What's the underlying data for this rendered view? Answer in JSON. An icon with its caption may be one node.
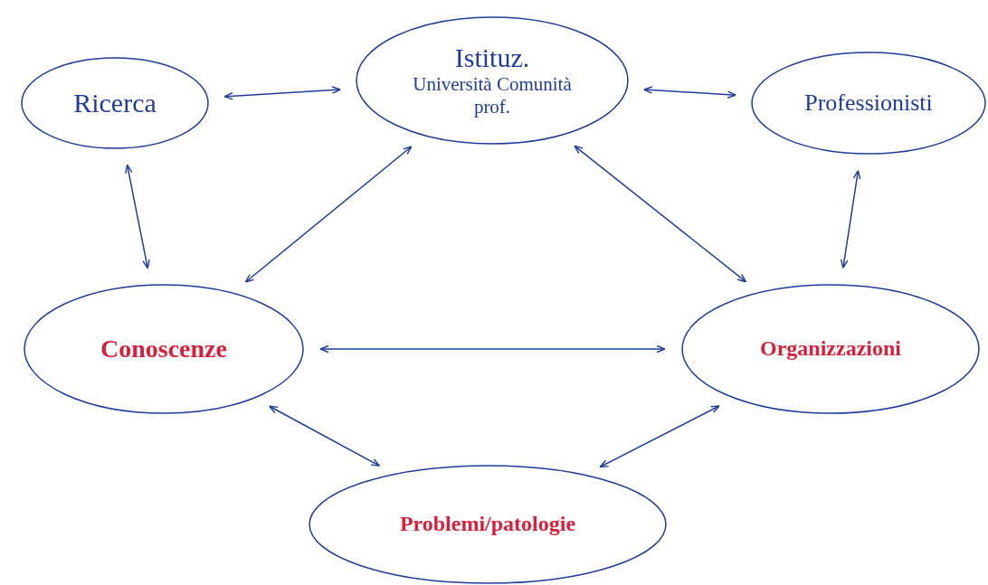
{
  "diagram": {
    "nodes": [
      {
        "text": [
          "Ricerca"
        ]
      },
      {
        "text": [
          "Istituz.",
          "Università Comunità prof."
        ]
      },
      {
        "text": [
          "Professionisti"
        ]
      },
      {
        "text": [
          "Conoscenze"
        ]
      },
      {
        "text": [
          "Organizzazioni"
        ]
      },
      {
        "text": [
          "Problemi/patologie"
        ]
      }
    ],
    "edges": [
      {
        "from": 0,
        "to": 1,
        "arrow": "both"
      },
      {
        "from": 1,
        "to": 2,
        "arrow": "both"
      },
      {
        "from": 0,
        "to": 3,
        "arrow": "both"
      },
      {
        "from": 1,
        "to": 3,
        "arrow": "both"
      },
      {
        "from": 1,
        "to": 4,
        "arrow": "both"
      },
      {
        "from": 2,
        "to": 4,
        "arrow": "both"
      },
      {
        "from": 3,
        "to": 4,
        "arrow": "both"
      },
      {
        "from": 3,
        "to": 5,
        "arrow": "both"
      },
      {
        "from": 4,
        "to": 5,
        "arrow": "both"
      }
    ]
  }
}
